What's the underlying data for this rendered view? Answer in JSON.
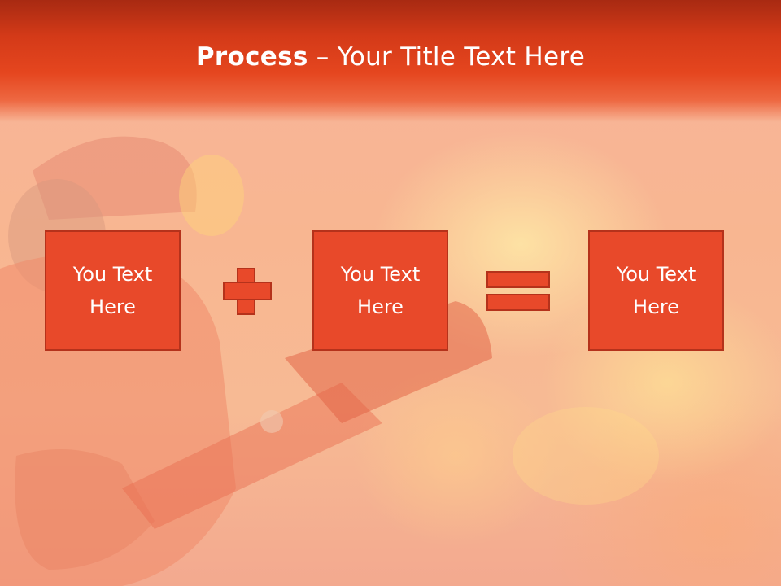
{
  "slide": {
    "title_bold": "Process",
    "title_rest": " – Your Title Text Here"
  },
  "boxes": [
    {
      "text": "You Text\nHere"
    },
    {
      "text": "You Text\nHere"
    },
    {
      "text": "You Text\nHere"
    }
  ],
  "operators": [
    "plus-icon",
    "equals-icon"
  ],
  "colors": {
    "header": "#d43a18",
    "box_fill": "#e8492a",
    "box_border": "#b5321b",
    "text": "#ffffff"
  }
}
